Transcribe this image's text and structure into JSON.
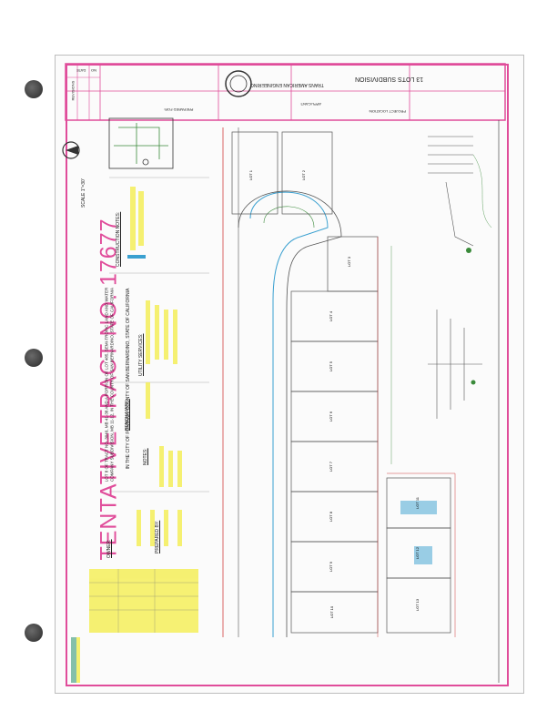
{
  "sheet": {
    "title": "TENTATIVE TRACT NO. 17677",
    "city_line": "IN THE CITY OF FONTANA, COUNTY OF SAN BERNARDINO, STATE OF CALIFORNIA",
    "legal_line_1": "LOT 8 OF TRACT NO. 3049, MB 41-38 AND A PORTION OF LOT 485, SEMI-TROPIC LAND AND WATER",
    "legal_line_2": "COMPANY SUBDIVISION, MB 11-12, IN THE COUNTY OF SAN BERNARDINO, STATE OF CALIFORNIA",
    "scale": "SCALE 1\"=30'",
    "project_location": "PROJECT LOCATION:",
    "subdivision_name": "13 LOTS SUBDIVISION",
    "applicant_label": "APPLICANT:",
    "engineer_name": "TRANS AMERICAN ENGINEERING",
    "prepared_for": "PREPARED FOR:",
    "revisions": "REVISIONS",
    "date_label": "DATE",
    "no_label": "NO"
  },
  "headings": {
    "construction_notes": "CONSTRUCTION NOTES:",
    "utility_services": "UTILITY SERVICES:",
    "bench_mark": "BENCH MARK:",
    "notes": "NOTES:",
    "owner": "OWNER:",
    "prepared_by": "PREPARED BY:"
  },
  "colors": {
    "border": "#e04c9a",
    "highlight": "#f4ef5a",
    "linework": "#555555",
    "accent_blue": "#3aa0d0",
    "accent_red": "#d04040"
  },
  "lots": [
    {
      "label": "LOT 1"
    },
    {
      "label": "LOT 2"
    },
    {
      "label": "LOT 3"
    },
    {
      "label": "LOT 4"
    },
    {
      "label": "LOT 5"
    },
    {
      "label": "LOT 6"
    },
    {
      "label": "LOT 7"
    },
    {
      "label": "LOT 8"
    },
    {
      "label": "LOT 9"
    },
    {
      "label": "LOT 10"
    },
    {
      "label": "LOT 11"
    },
    {
      "label": "LOT 12"
    },
    {
      "label": "LOT 13"
    }
  ]
}
